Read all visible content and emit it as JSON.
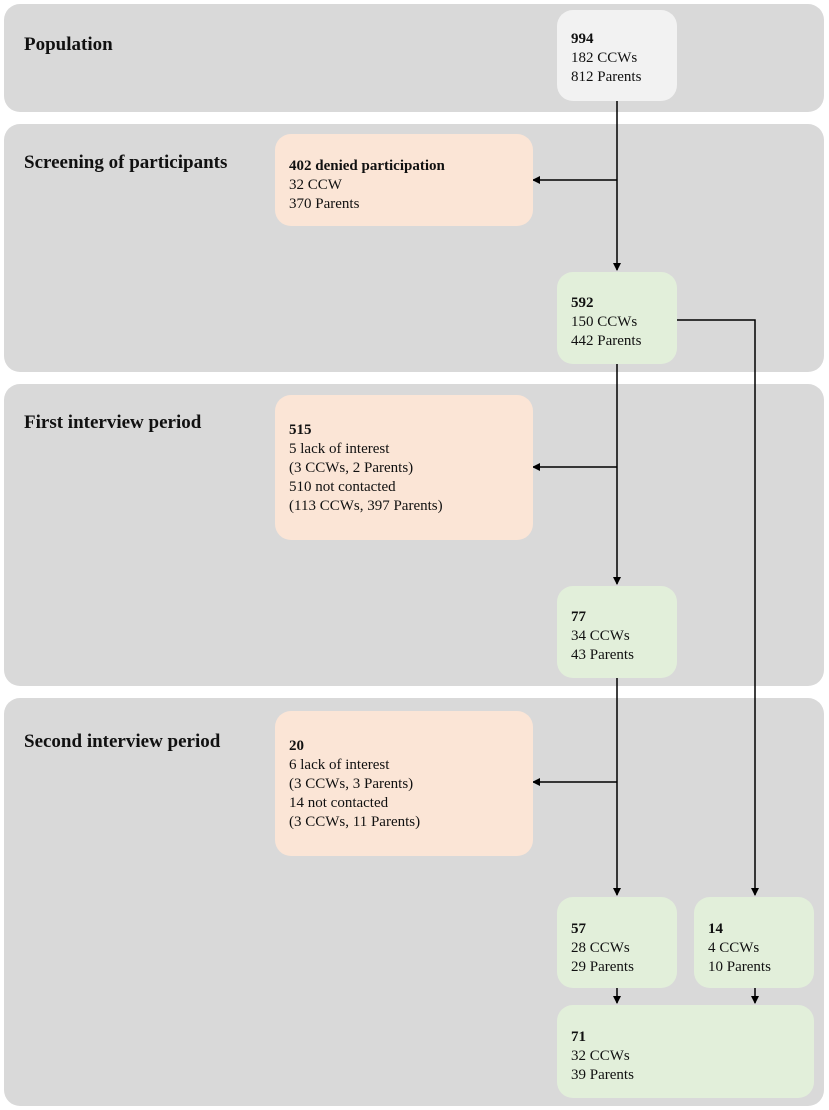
{
  "panels": [
    {
      "title": "Population"
    },
    {
      "title": "Screening of participants"
    },
    {
      "title": "First interview period"
    },
    {
      "title": "Second interview period"
    }
  ],
  "boxes": {
    "population": {
      "head": "994",
      "lines": [
        "182 CCWs",
        "812 Parents"
      ]
    },
    "denied": {
      "head": "402 denied participation",
      "lines": [
        "32 CCW",
        "370 Parents"
      ]
    },
    "screened": {
      "head": "592",
      "lines": [
        "150 CCWs",
        "442 Parents"
      ]
    },
    "first_lost": {
      "head": "515",
      "lines": [
        "5 lack of interest",
        "(3 CCWs, 2 Parents)",
        "510 not contacted",
        "(113 CCWs, 397 Parents)"
      ]
    },
    "first_kept": {
      "head": "77",
      "lines": [
        "34 CCWs",
        "43 Parents"
      ]
    },
    "second_lost": {
      "head": "20",
      "lines": [
        "6 lack of interest",
        "(3 CCWs, 3 Parents)",
        "14 not contacted",
        "(3 CCWs, 11 Parents)"
      ]
    },
    "second_kept": {
      "head": "57",
      "lines": [
        "28 CCWs",
        "29 Parents"
      ]
    },
    "direct": {
      "head": "14",
      "lines": [
        "4 CCWs",
        "10 Parents"
      ]
    },
    "final": {
      "head": "71",
      "lines": [
        "32 CCWs",
        "39 Parents"
      ]
    }
  },
  "colors": {
    "panel": "#d9d9d9",
    "start_box": "#f2f2f2",
    "excluded_box": "#fbe5d6",
    "included_box": "#e2efda",
    "arrow": "#000000"
  }
}
